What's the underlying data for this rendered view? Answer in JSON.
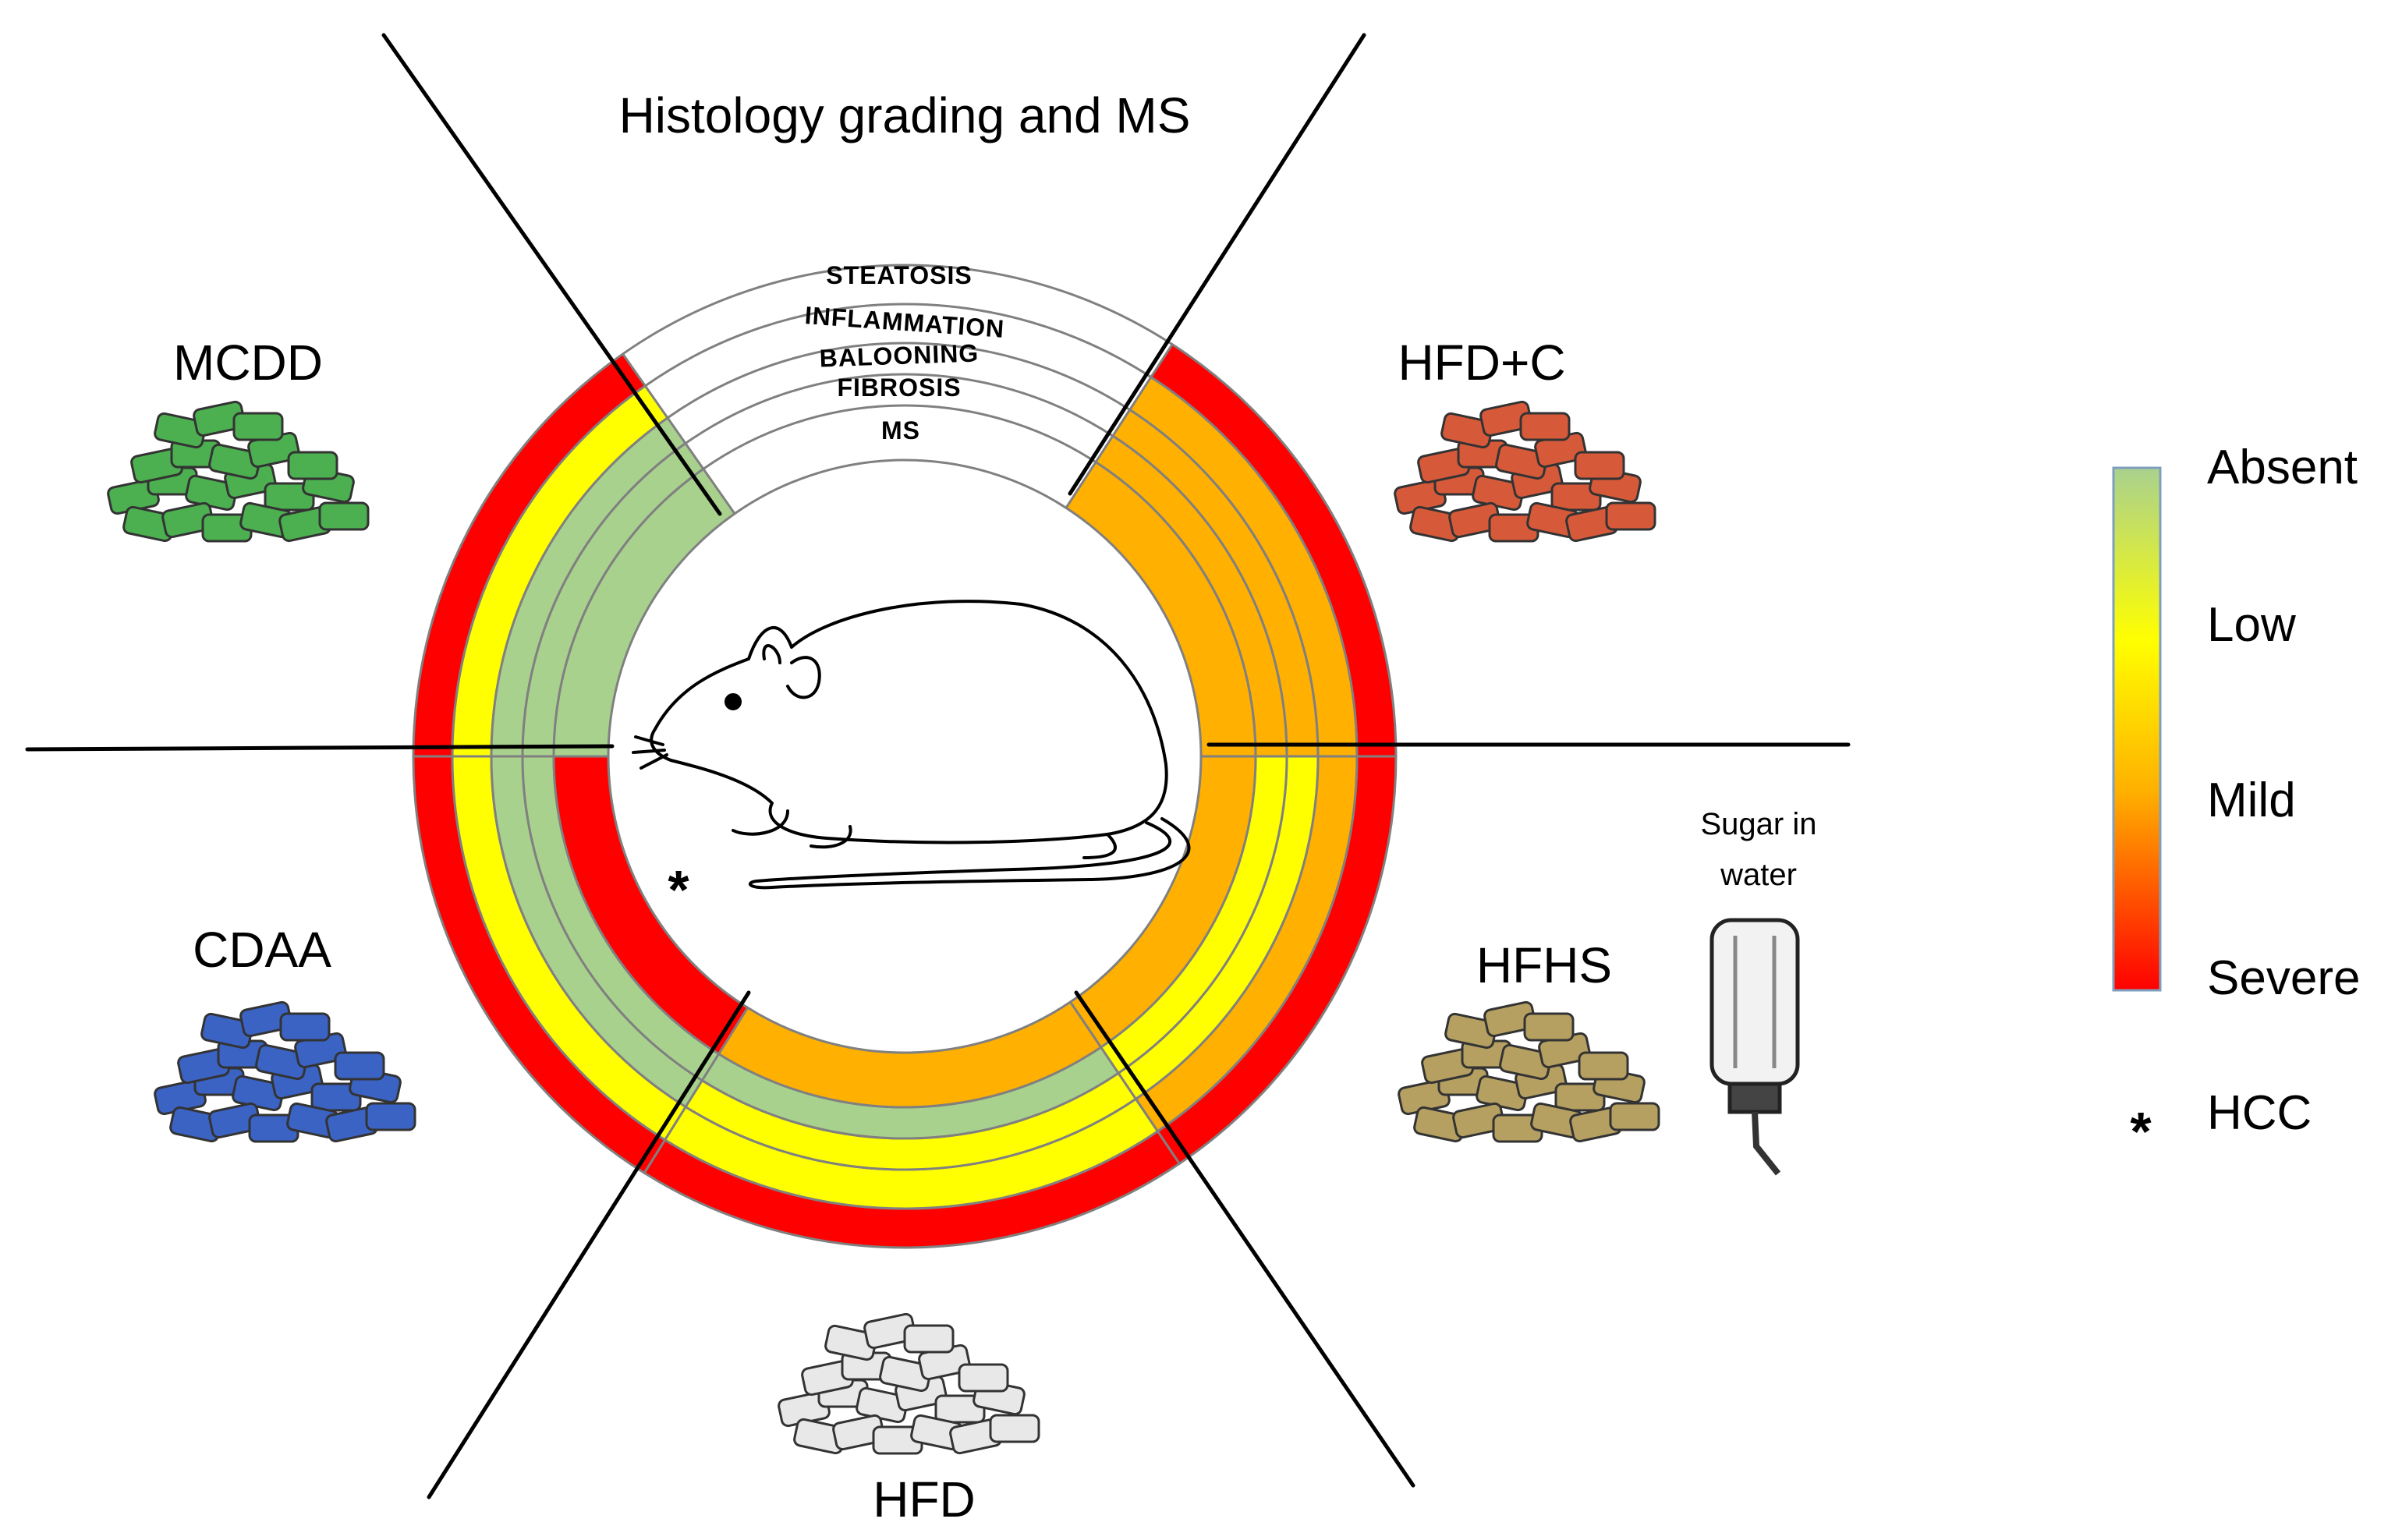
{
  "title": "Histology grading and MS",
  "ring_labels": [
    "STEATOSIS",
    "INFLAMMATION",
    "BALOONING",
    "FIBROSIS",
    "MS"
  ],
  "levels": {
    "Absent": "#a9d18e",
    "Low": "#ffff00",
    "Mild": "#ffb000",
    "Severe": "#ff0000"
  },
  "diets": [
    {
      "name": "MCDD",
      "pellet_color": "#4caf50",
      "grades": [
        "Severe",
        "Low",
        "Absent",
        "Absent",
        "Absent"
      ],
      "hcc": false
    },
    {
      "name": "HFD+C",
      "pellet_color": "#d65a3a",
      "grades": [
        "Severe",
        "Mild",
        "Mild",
        "Mild",
        "Mild"
      ],
      "hcc": false
    },
    {
      "name": "HFHS",
      "pellet_color": "#b5a062",
      "grades": [
        "Severe",
        "Mild",
        "Low",
        "Low",
        "Mild"
      ],
      "hcc": false
    },
    {
      "name": "HFD",
      "pellet_color": "#e8e8e8",
      "grades": [
        "Severe",
        "Low",
        "Low",
        "Absent",
        "Mild"
      ],
      "hcc": false
    },
    {
      "name": "CDAA",
      "pellet_color": "#3a63c4",
      "grades": [
        "Severe",
        "Low",
        "Absent",
        "Absent",
        "Severe"
      ],
      "hcc": true
    }
  ],
  "hfhs_note": [
    "Sugar in",
    "water"
  ],
  "legend": {
    "levels": [
      "Absent",
      "Low",
      "Mild",
      "Severe"
    ],
    "hcc_symbol": "*",
    "hcc_label": "HCC"
  },
  "icons": {
    "center": "rat-icon",
    "pellets": "food-pellets-icon",
    "bottle": "water-bottle-icon"
  }
}
